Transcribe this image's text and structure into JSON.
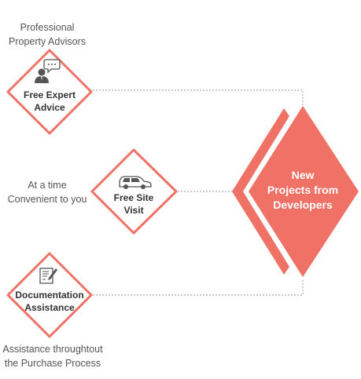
{
  "colors": {
    "accent": "#f07166",
    "connector": "#999999",
    "text": "#333333"
  },
  "center": {
    "title_line1": "New",
    "title_line2": "Projects from",
    "title_line3": "Developers"
  },
  "features": [
    {
      "icon": "advisor-chat-icon",
      "label_line1": "Free Expert",
      "label_line2": "Advice",
      "caption_line1": "Professional",
      "caption_line2": "Property Advisors"
    },
    {
      "icon": "car-icon",
      "label_line1": "Free Site",
      "label_line2": "Visit",
      "caption_line1": "At a time",
      "caption_line2": "Convenient to you"
    },
    {
      "icon": "document-pen-icon",
      "label_line1": "Documentation",
      "label_line2": "Assistance",
      "caption_line1": "Assistance throughtout",
      "caption_line2": "the Purchase Process"
    }
  ]
}
